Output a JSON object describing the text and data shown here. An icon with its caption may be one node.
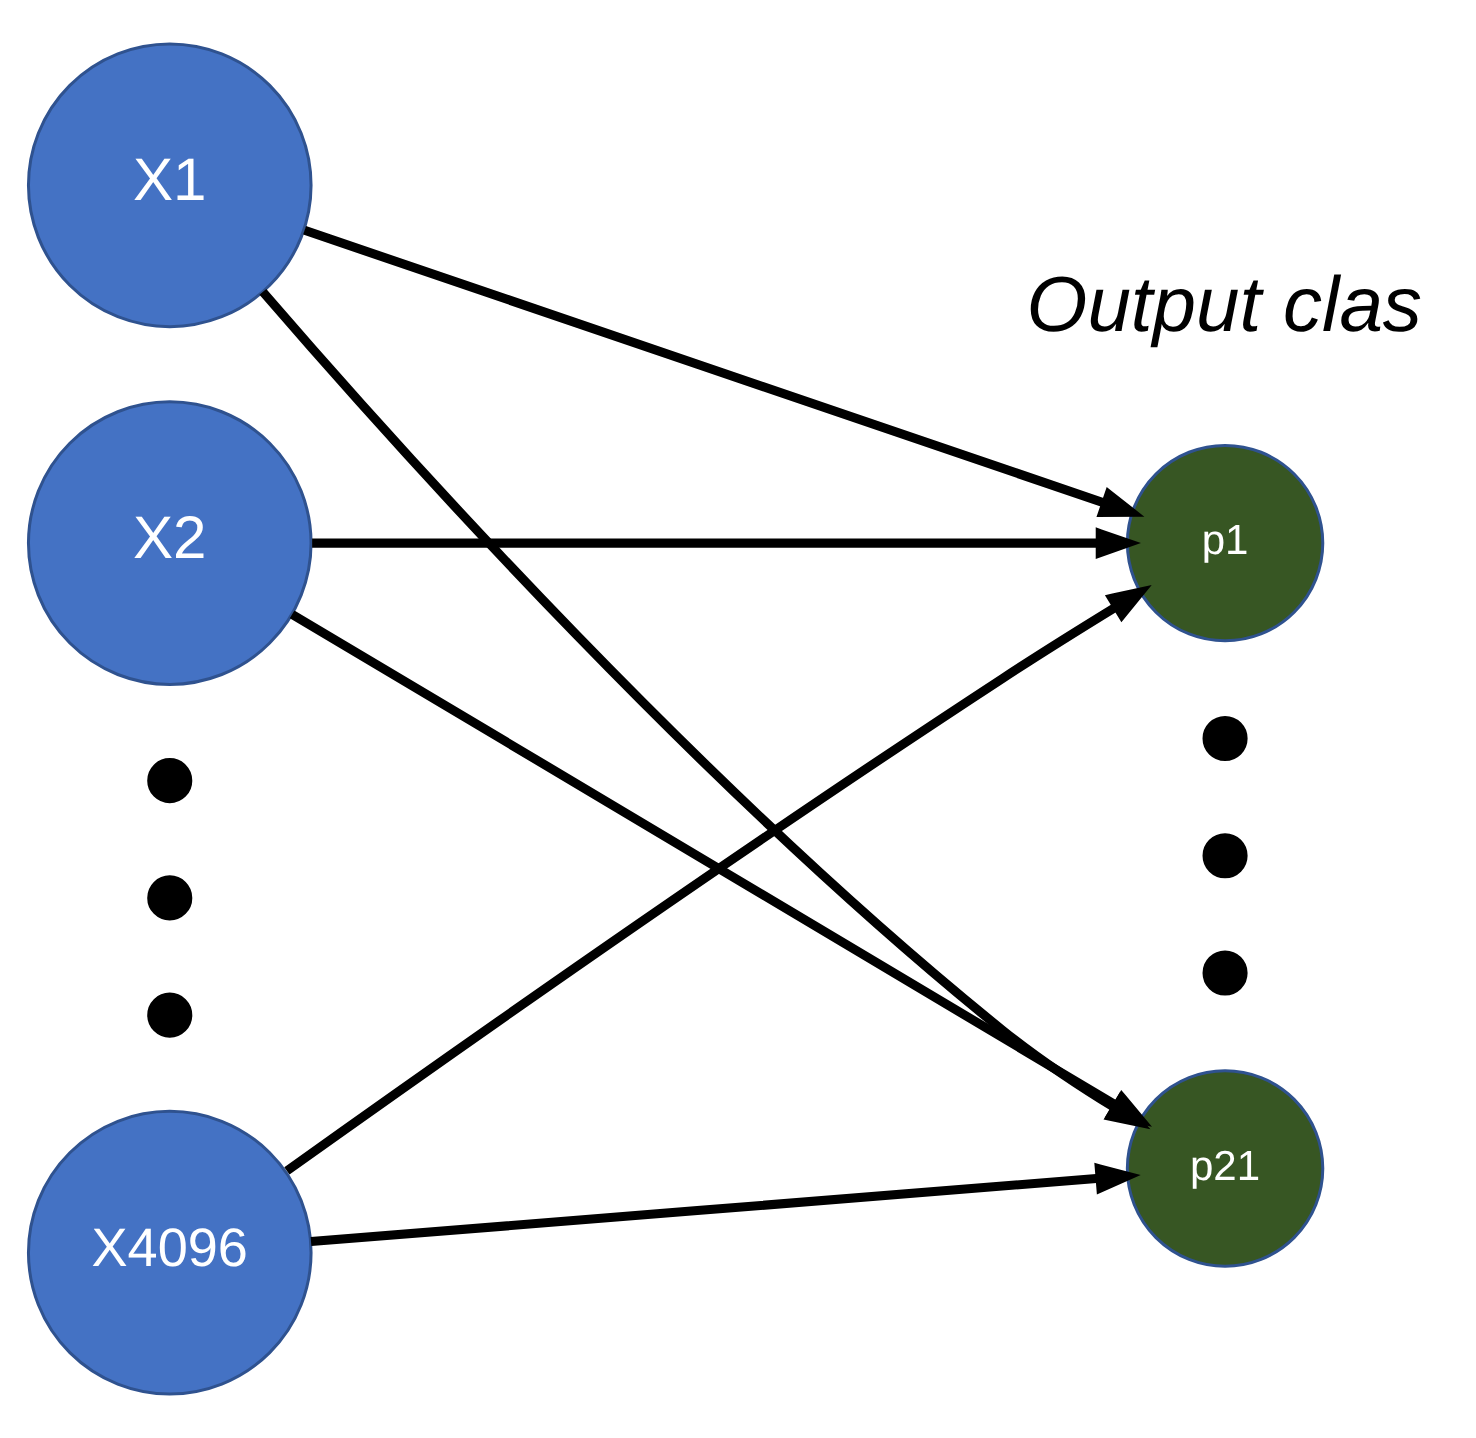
{
  "diagram": {
    "nodes": [
      {
        "text": [
          "X1"
        ]
      },
      {
        "text": [
          "X2"
        ]
      },
      {
        "text": [],
        "shape": "circle"
      },
      {
        "text": [],
        "shape": "circle"
      },
      {
        "text": [],
        "shape": "circle"
      },
      {
        "text": [
          "X4096"
        ]
      },
      {
        "text": [
          "p1"
        ]
      },
      {
        "text": [],
        "shape": "circle"
      },
      {
        "text": [],
        "shape": "circle"
      },
      {
        "text": [],
        "shape": "circle"
      },
      {
        "text": [
          "p21"
        ]
      }
    ],
    "edges": [
      {
        "from": 0,
        "to": 6,
        "arrow": "to"
      },
      {
        "from": 0,
        "to": 10,
        "arrow": "to"
      },
      {
        "from": 1,
        "to": 6,
        "arrow": "to"
      },
      {
        "from": 1,
        "to": 10,
        "arrow": "to"
      },
      {
        "from": 5,
        "to": 6,
        "arrow": "to"
      },
      {
        "from": 5,
        "to": 10,
        "arrow": "to"
      }
    ],
    "labels": [
      "Output clas"
    ]
  }
}
